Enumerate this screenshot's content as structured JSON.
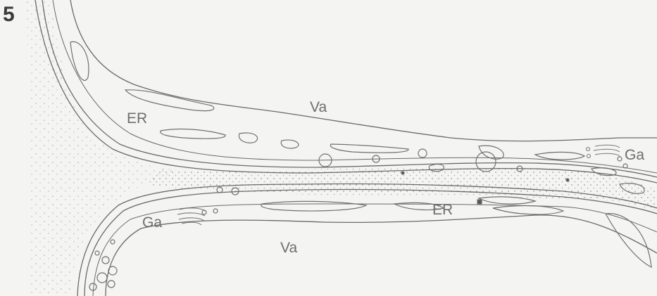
{
  "figure": {
    "panel_number": "5",
    "labels": {
      "er_upper": "ER",
      "va_upper": "Va",
      "ga_right": "Ga",
      "ga_left": "Ga",
      "er_lower": "ER",
      "va_lower": "Va"
    }
  }
}
